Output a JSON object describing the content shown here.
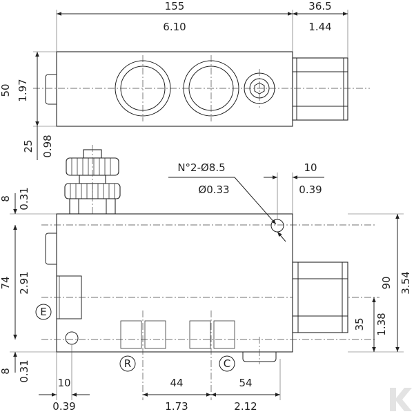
{
  "dimensions": {
    "top_length_mm": "155",
    "top_length_in": "6.10",
    "fitting_length_mm": "36.5",
    "fitting_length_in": "1.44",
    "top_height_mm": "50",
    "top_height_in": "1.97",
    "top_offset_mm": "25",
    "top_offset_in": "0.98",
    "holes_note": "N°2-Ø8.5",
    "holes_note_in": "Ø0.33",
    "hole_edge_mm": "10",
    "hole_edge_in": "0.39",
    "upper_edge_mm": "8",
    "upper_edge_in": "0.31",
    "height_mm": "74",
    "height_in": "2.91",
    "lower_edge_mm": "8",
    "lower_edge_in": "0.31",
    "total_height_mm": "90",
    "total_height_in": "3.54",
    "port_height_mm": "35",
    "port_height_in": "1.38",
    "left_offset_mm": "10",
    "left_offset_in": "0.39",
    "port_spacing_1_mm": "44",
    "port_spacing_1_in": "1.73",
    "port_spacing_2_mm": "54",
    "port_spacing_2_in": "2.12"
  },
  "port_labels": {
    "e": "E",
    "r": "R",
    "c": "C"
  }
}
